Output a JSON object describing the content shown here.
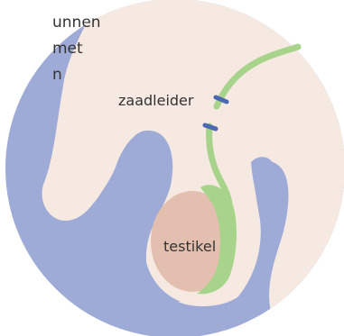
{
  "partial_text": {
    "line1": "unnen",
    "line2": "met",
    "line3": "n"
  },
  "labels": {
    "vas_deferens": "zaadleider",
    "testis": "testikel"
  },
  "colors": {
    "tissue": "#9fabd7",
    "skin": "#f5e9e1",
    "duct": "#a7d48a",
    "ligature": "#4a68b4",
    "testis": "#e2bfae",
    "text": "#333333"
  }
}
